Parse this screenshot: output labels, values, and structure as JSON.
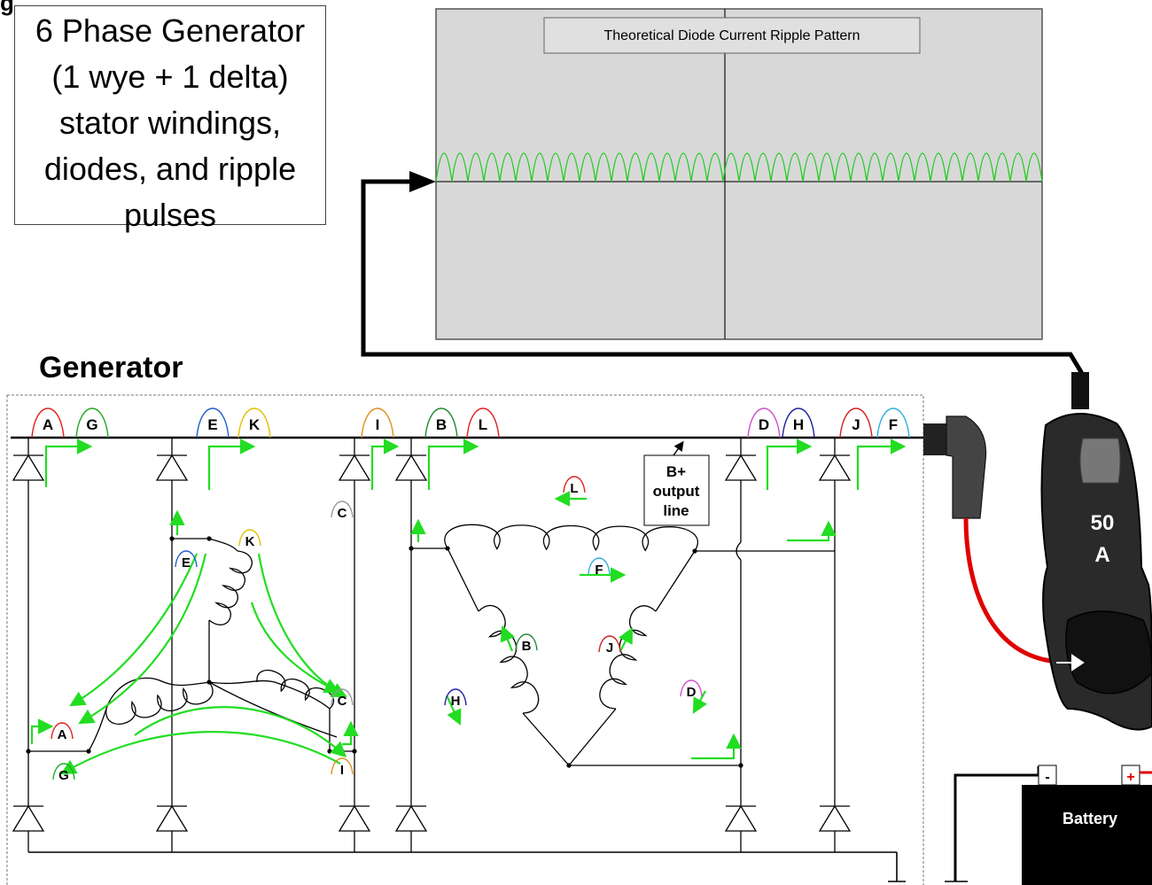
{
  "corner_text": "g",
  "title_lines": [
    "6 Phase Generator",
    "(1 wye + 1 delta)",
    "stator windings,",
    "diodes, and ripple",
    "pulses"
  ],
  "scope": {
    "label": "Theoretical Diode Current Ripple Pattern",
    "trace_color": "#22cc22"
  },
  "generator_heading": "Generator",
  "top_phase_labels": [
    "A",
    "G",
    "E",
    "K",
    "I",
    "B",
    "L",
    "D",
    "H",
    "J",
    "F"
  ],
  "bplus_label": [
    "B+",
    "output",
    "line"
  ],
  "clamp": {
    "reading_line1": "50",
    "reading_line2": "A"
  },
  "battery": {
    "label": "Battery",
    "neg": "-",
    "pos": "+"
  },
  "wye_labels": [
    "C",
    "K",
    "E",
    "C",
    "A",
    "G",
    "I"
  ],
  "delta_labels": [
    "L",
    "F",
    "B",
    "H",
    "J",
    "D"
  ],
  "colors": {
    "A": "#e02020",
    "G": "#22aa22",
    "E": "#2060d0",
    "K": "#e0c000",
    "I": "#e09020",
    "B": "#228833",
    "L": "#e02020",
    "D": "#d050d0",
    "H": "#2020a0",
    "J": "#d02020",
    "F": "#30b0e0",
    "C": "#999999",
    "arrow": "#22dd22",
    "cable": "#e00000"
  }
}
